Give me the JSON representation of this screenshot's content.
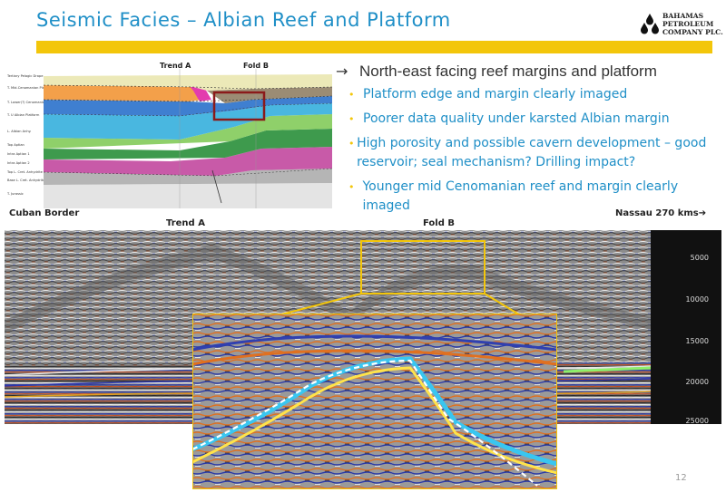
{
  "slide": {
    "title": "Seismic Facies – Albian Reef and Platform",
    "page_number": "12"
  },
  "logo": {
    "line1": "Bahamas",
    "line2": "Petroleum",
    "line3": "Company plc."
  },
  "diagram": {
    "trend_a_label": "Trend A",
    "fold_b_label": "Fold B",
    "horizons": [
      "Tertiary Pelagic Drape",
      "T. Mid-Cenomanian Platform (MCU)",
      "T. Lower(?) Cenomanian Platform",
      "T. U Albian Platform",
      "L. Albian Anhy.",
      "Top Aptian",
      "Intra Aptian 1",
      "Intra Aptian 2",
      "Top L. Cret. Anhydrite",
      "Base L. Cret. Anhydrite",
      "T. Jurassic"
    ]
  },
  "bullets": {
    "heading": "North-east facing reef margins and platform",
    "items": [
      "Platform edge and margin clearly imaged",
      "Poorer data quality under karsted Albian margin",
      "High porosity and possible cavern development – good reservoir; seal mechanism? Drilling impact?",
      "Younger mid Cenomanian reef and margin clearly imaged"
    ]
  },
  "seismic": {
    "cuban_border_label": "Cuban Border",
    "trend_a_label": "Trend A",
    "fold_b_label": "Fold B",
    "nassau_label": "Nassau  270 kms",
    "depth_ticks": [
      "5000",
      "10000",
      "15000",
      "20000",
      "25000"
    ]
  },
  "colors": {
    "title": "#1f8fc7",
    "accent_bar": "#f3c60a",
    "bullet_text": "#1f8fc7",
    "highlight_box": "#8b1a1a",
    "zoom_outline": "#f3c60a"
  }
}
